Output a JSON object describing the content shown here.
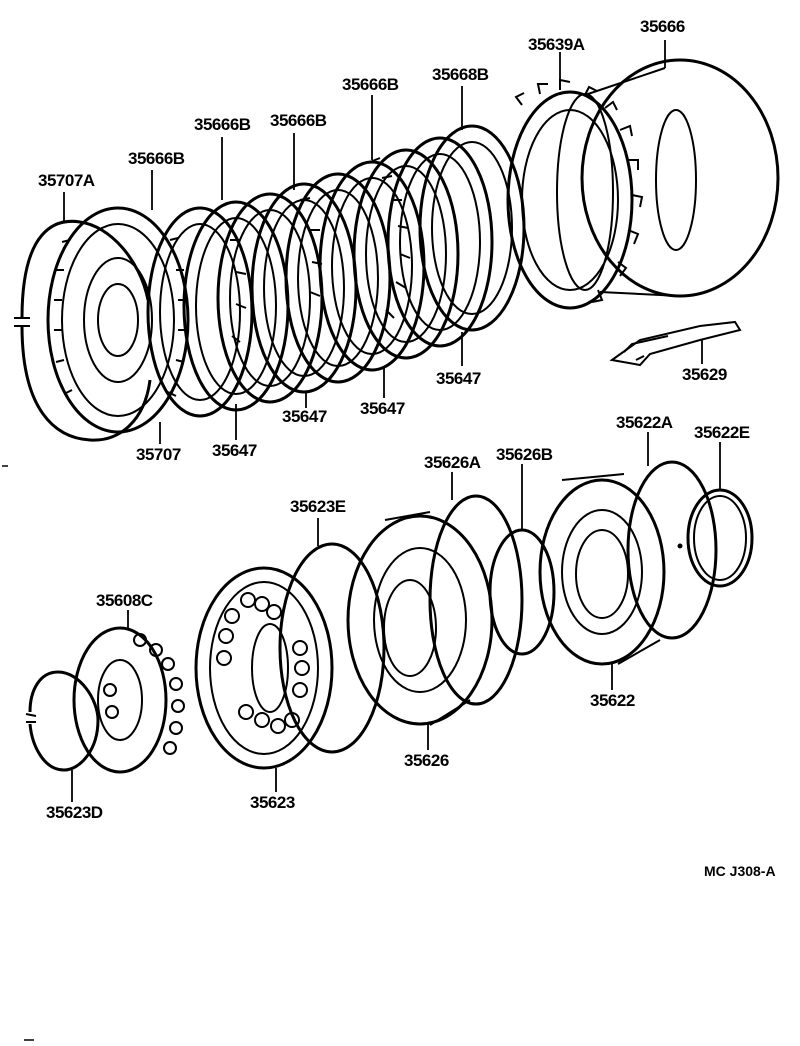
{
  "labels": {
    "p35666": "35666",
    "p35639A": "35639A",
    "p35668B": "35668B",
    "p35666B_1": "35666B",
    "p35666B_2": "35666B",
    "p35666B_3": "35666B",
    "p35666B_4": "35666B",
    "p35707A": "35707A",
    "p35629": "35629",
    "p35647_1": "35647",
    "p35647_2": "35647",
    "p35647_3": "35647",
    "p35647_4": "35647",
    "p35707": "35707",
    "p35626A": "35626A",
    "p35626B": "35626B",
    "p35622A": "35622A",
    "p35622E": "35622E",
    "p35623E": "35623E",
    "p35608C": "35608C",
    "p35622": "35622",
    "p35626": "35626",
    "p35623": "35623",
    "p35623D": "35623D",
    "diagram_code": "MC  J308-A"
  }
}
